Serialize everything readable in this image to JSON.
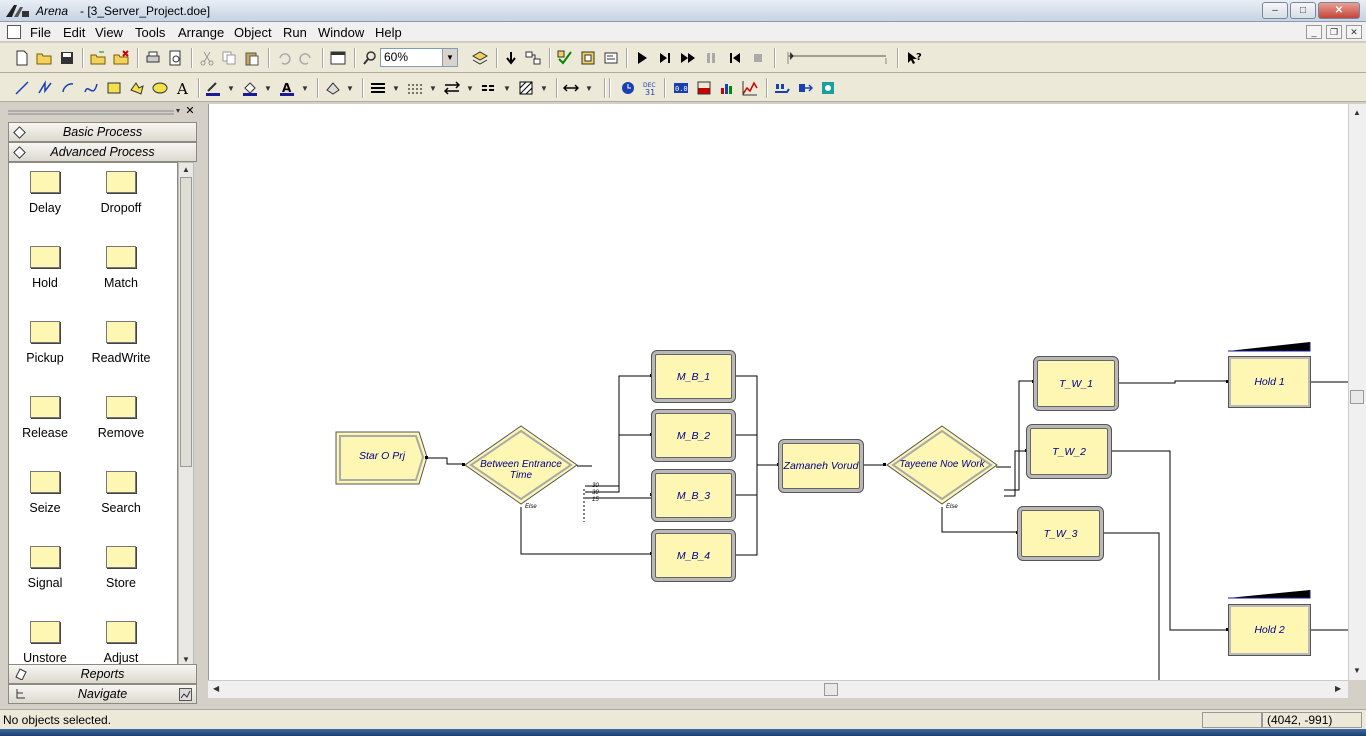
{
  "window": {
    "app_name": "Arena",
    "doc_title": "- [3_Server_Project.doe]",
    "minimize": "–",
    "maximize": "□",
    "close": "✕"
  },
  "menus": [
    "File",
    "Edit",
    "View",
    "Tools",
    "Arrange",
    "Object",
    "Run",
    "Window",
    "Help"
  ],
  "toolbar": {
    "zoom_value": "60%",
    "zoom_arrow": "▼"
  },
  "project_bar": {
    "tabs": {
      "basic_process": "Basic Process",
      "advanced_process": "Advanced Process",
      "reports": "Reports",
      "navigate": "Navigate"
    },
    "modules": [
      "Delay",
      "Dropoff",
      "Hold",
      "Match",
      "Pickup",
      "ReadWrite",
      "Release",
      "Remove",
      "Seize",
      "Search",
      "Signal",
      "Store",
      "Unstore",
      "Adjust"
    ]
  },
  "flowchart": {
    "create": "Star O Prj",
    "decide1": "Between Entrance Time",
    "processes_mb": [
      "M_B_1",
      "M_B_2",
      "M_B_3",
      "M_B_4"
    ],
    "assign": "Zamaneh Vorud",
    "decide2": "Tayeene Noe Work",
    "processes_tw": [
      "T_W_1",
      "T_W_2",
      "T_W_3"
    ],
    "holds": [
      "Hold 1",
      "Hold 2"
    ],
    "decide1_pcts": [
      "30",
      "30",
      "15"
    ],
    "else_label": "Else"
  },
  "status": {
    "message": "No objects selected.",
    "coords": "(4042, -991)"
  },
  "colors": {
    "module_fill": "#fdf7b3",
    "label_text": "#00008b",
    "canvas_bg": "#ffffff"
  }
}
